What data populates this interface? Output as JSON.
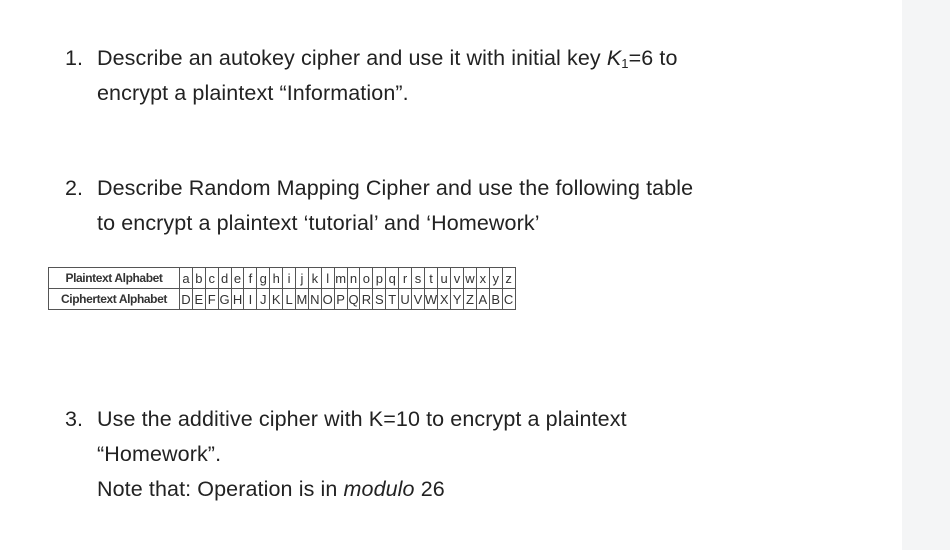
{
  "q1": {
    "number": "1.",
    "line1_before": "Describe an autokey cipher and use it with initial key ",
    "key_letter": "K",
    "key_sub": "1",
    "line1_after": "=6 to",
    "line2": "encrypt a plaintext “Information”."
  },
  "q2": {
    "number": "2.",
    "line1": "Describe Random Mapping Cipher and use the following table",
    "line2": "to encrypt a plaintext ‘tutorial’ and ‘Homework’"
  },
  "table": {
    "plain_header": "Plaintext Alphabet",
    "cipher_header": "Ciphertext Alphabet",
    "plain": [
      "a",
      "b",
      "c",
      "d",
      "e",
      "f",
      "g",
      "h",
      "i",
      "j",
      "k",
      "l",
      "m",
      "n",
      "o",
      "p",
      "q",
      "r",
      "s",
      "t",
      "u",
      "v",
      "w",
      "x",
      "y",
      "z"
    ],
    "cipher": [
      "D",
      "E",
      "F",
      "G",
      "H",
      "I",
      "J",
      "K",
      "L",
      "M",
      "N",
      "O",
      "P",
      "Q",
      "R",
      "S",
      "T",
      "U",
      "V",
      "W",
      "X",
      "Y",
      "Z",
      "A",
      "B",
      "C"
    ]
  },
  "q3": {
    "number": "3.",
    "line1": "Use the additive cipher with K=10 to encrypt a plaintext",
    "line2": "“Homework”.",
    "note_before": "Note that: Operation is in ",
    "note_italic": "modulo",
    "note_after": " 26"
  }
}
